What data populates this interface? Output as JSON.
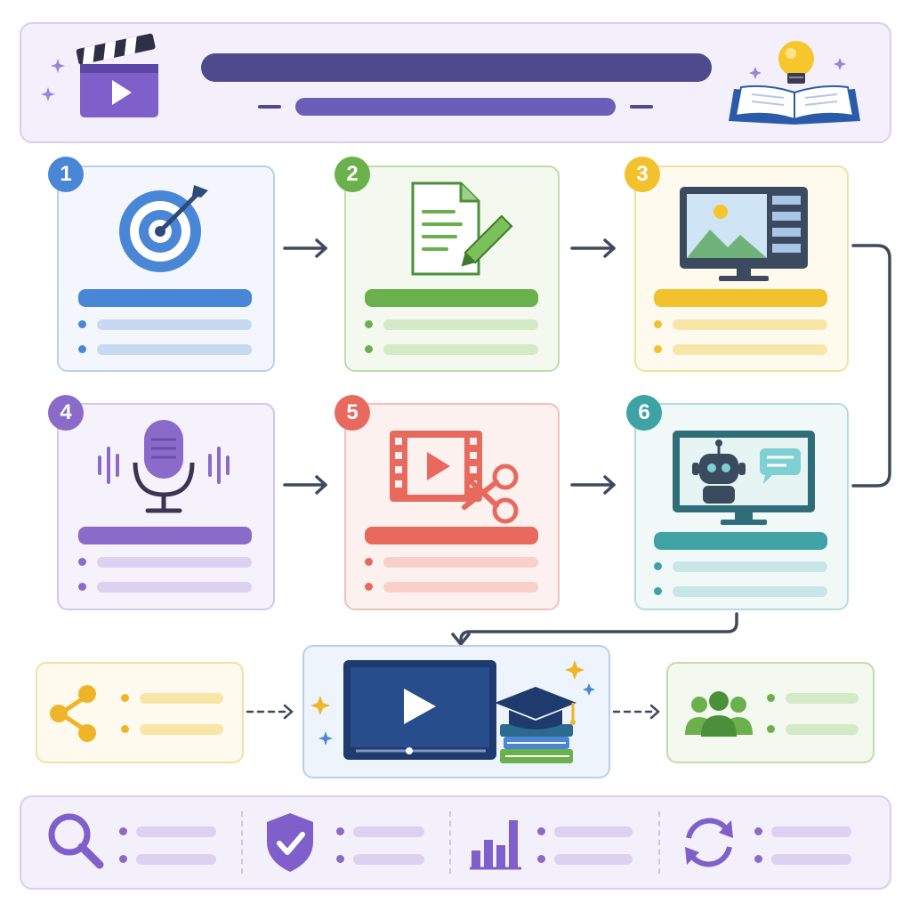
{
  "header": {
    "title_icon": "clapperboard-icon",
    "right_icon": "open-book-lightbulb-icon"
  },
  "steps": [
    {
      "number": "1",
      "icon": "target-icon",
      "color": "#4a86d6"
    },
    {
      "number": "2",
      "icon": "document-pencil-icon",
      "color": "#6ab04c"
    },
    {
      "number": "3",
      "icon": "monitor-image-icon",
      "color": "#f2c12e"
    },
    {
      "number": "4",
      "icon": "microphone-icon",
      "color": "#8a6bc9"
    },
    {
      "number": "5",
      "icon": "film-scissors-icon",
      "color": "#e86a5e"
    },
    {
      "number": "6",
      "icon": "monitor-robot-icon",
      "color": "#3fa3a6"
    }
  ],
  "output_row": {
    "left_icon": "share-icon",
    "center_icon": "video-player-graduation-icon",
    "right_icon": "users-group-icon"
  },
  "footer_icons": [
    "magnifier-icon",
    "shield-check-icon",
    "bar-chart-icon",
    "refresh-cycle-icon"
  ]
}
